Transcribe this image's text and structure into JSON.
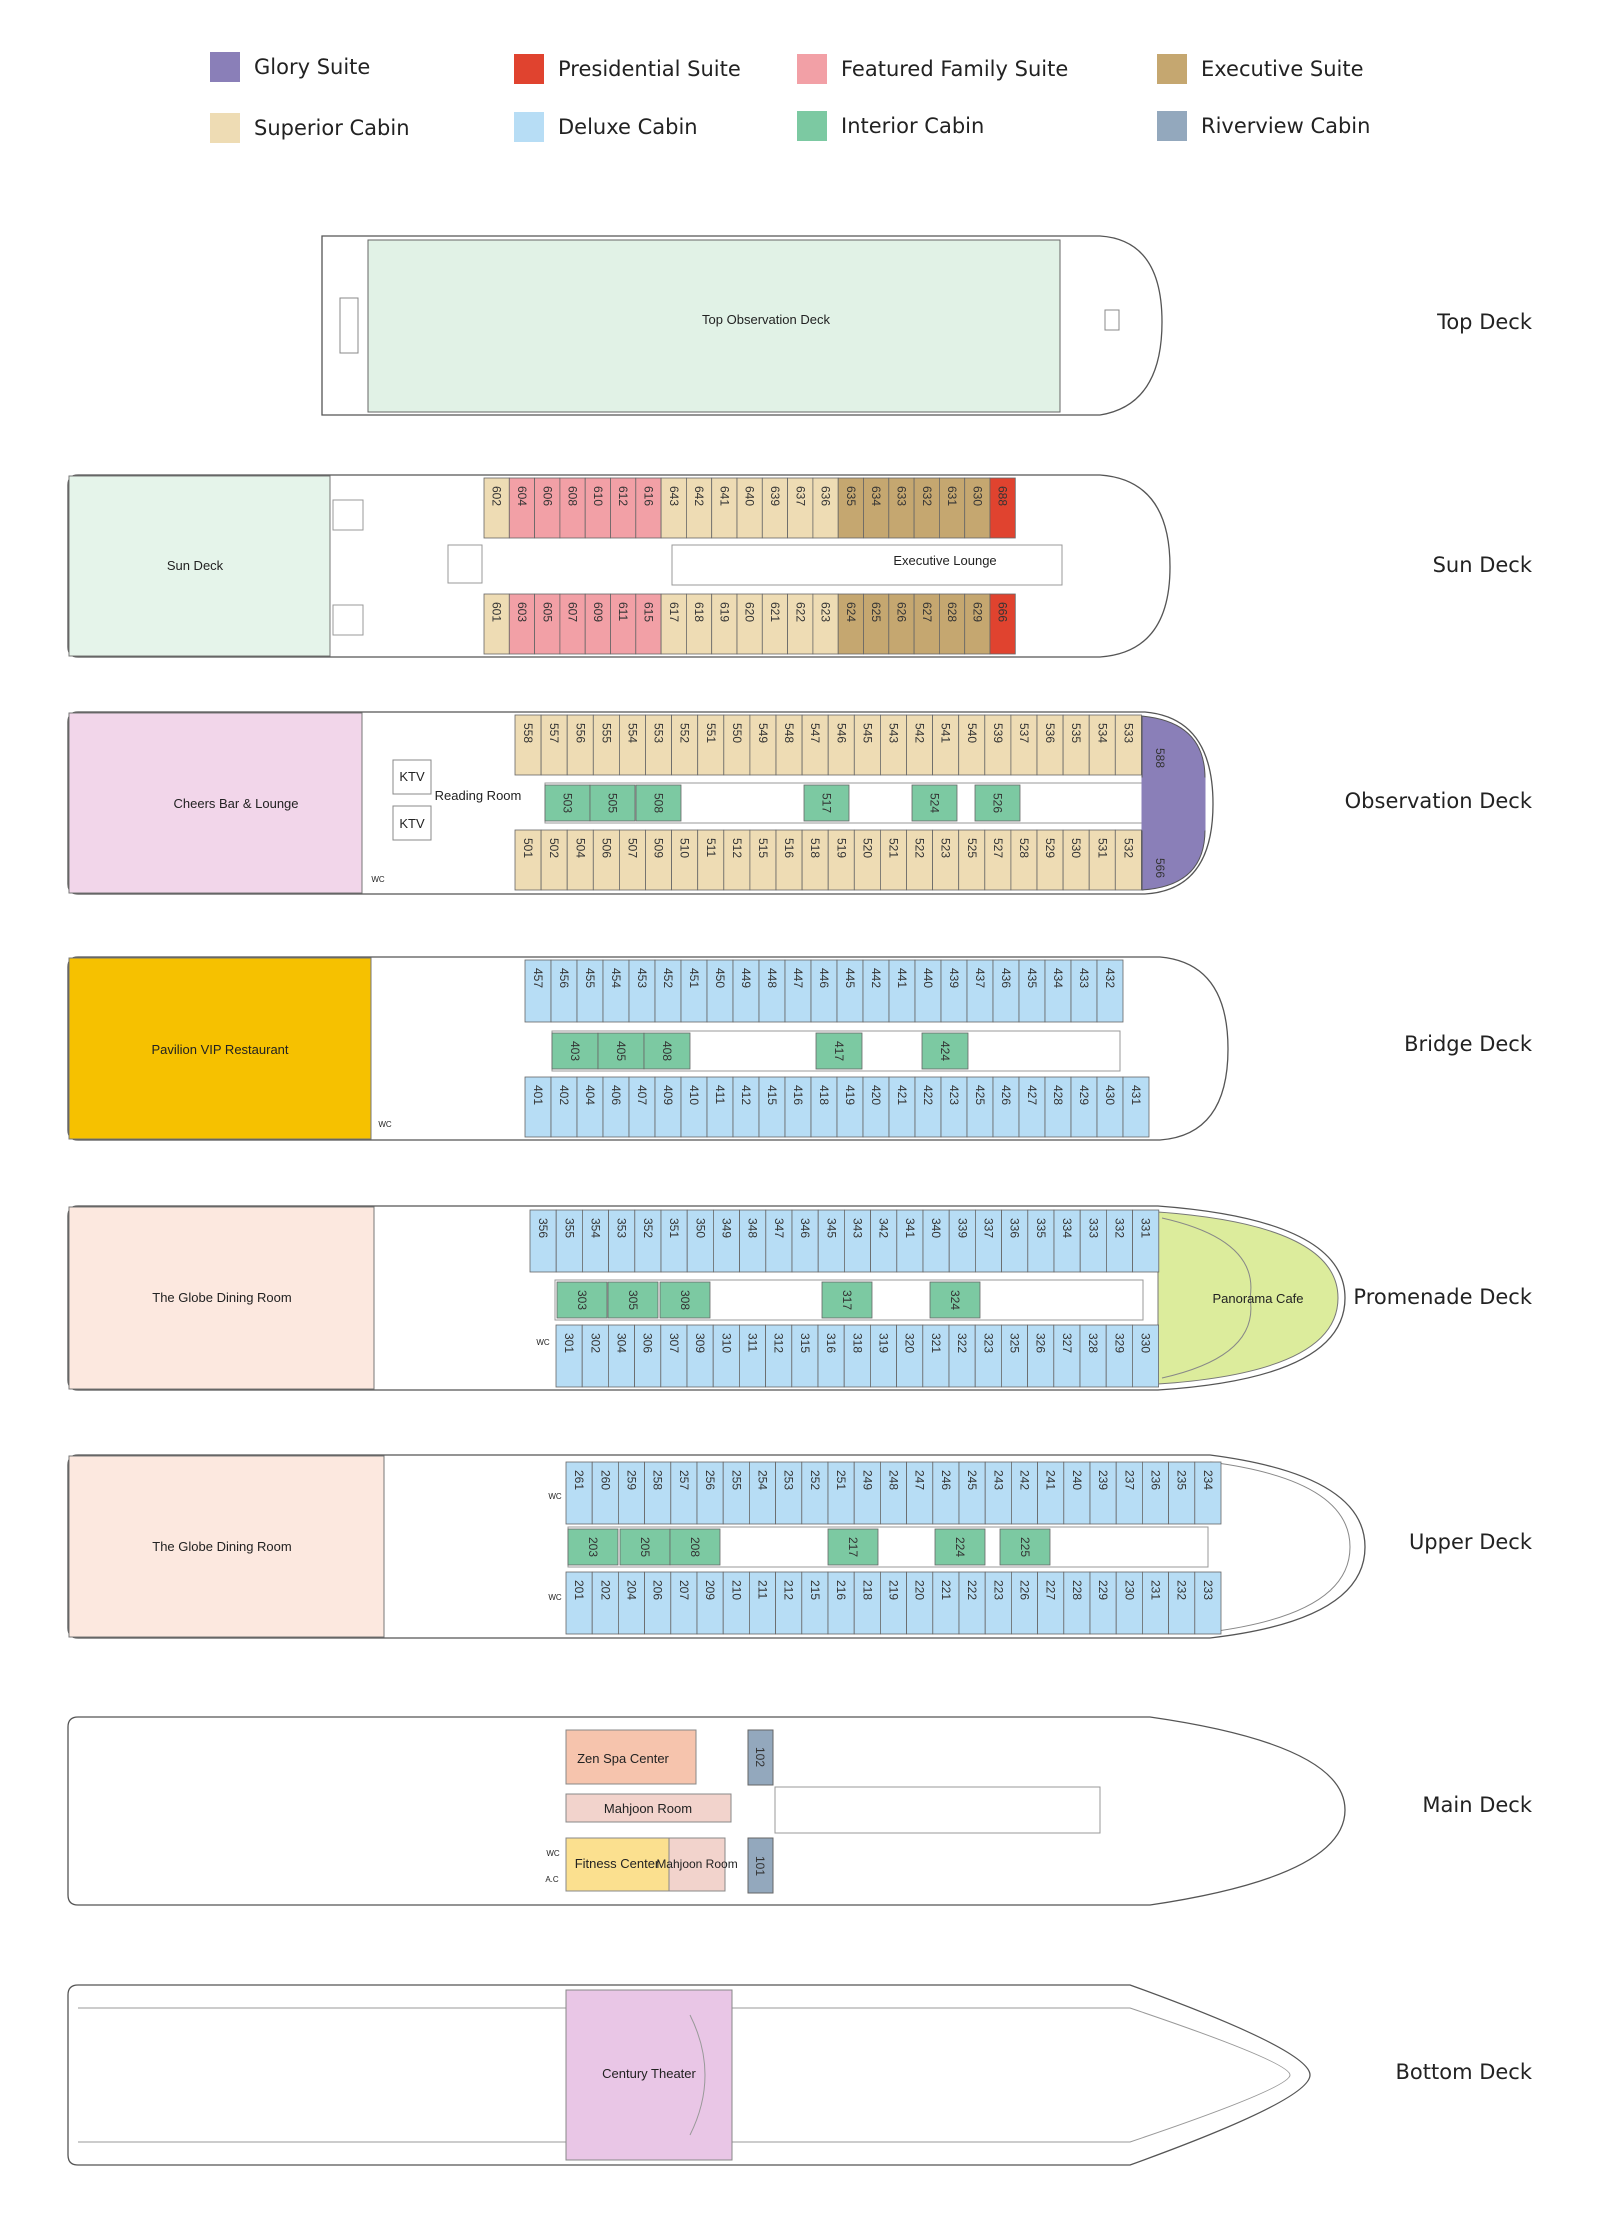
{
  "legend": [
    {
      "label": "Glory  Suite",
      "color": "#8a7fb8"
    },
    {
      "label": "Presidential Suite",
      "color": "#e0432f"
    },
    {
      "label": "Featured Family Suite",
      "color": "#f2a0a6"
    },
    {
      "label": "Executive Suite",
      "color": "#c5a770"
    },
    {
      "label": "Superior Cabin",
      "color": "#eedcb4"
    },
    {
      "label": "Deluxe Cabin",
      "color": "#b7ddf5"
    },
    {
      "label": "Interior Cabin",
      "color": "#7cc9a2"
    },
    {
      "label": "Riverview Cabin",
      "color": "#93a8bd"
    }
  ],
  "colors": {
    "hull": "#444444",
    "superior": "#eedcb4",
    "deluxe": "#b7ddf5",
    "interior": "#7cc9a2",
    "family": "#f2a0a6",
    "executive": "#c5a770",
    "presidential": "#e0432f",
    "glory": "#8a7fb8",
    "riverview": "#93a8bd",
    "topdeck": "#e1f2e6",
    "sundeck": "#e5f4ea",
    "lounge": "#f2d6ea",
    "pavilion": "#f6c100",
    "globe": "#fce8df",
    "panorama": "#dcec9c",
    "spa": "#f6c4ad",
    "mahjoon": "#f2d3cc",
    "fitness": "#fbe08f",
    "theater": "#e9c6e6"
  },
  "decks": [
    {
      "name": "Top Deck",
      "areas": [
        {
          "label": "Top Observation Deck"
        }
      ]
    },
    {
      "name": "Sun Deck",
      "areas": [
        {
          "label": "Sun Deck"
        },
        {
          "label": "Executive Lounge"
        }
      ],
      "top_row": [
        {
          "n": "602",
          "t": "superior"
        },
        {
          "n": "604",
          "t": "family"
        },
        {
          "n": "606",
          "t": "family"
        },
        {
          "n": "608",
          "t": "family"
        },
        {
          "n": "610",
          "t": "family"
        },
        {
          "n": "612",
          "t": "family"
        },
        {
          "n": "616",
          "t": "family"
        },
        {
          "n": "643",
          "t": "superior"
        },
        {
          "n": "642",
          "t": "superior"
        },
        {
          "n": "641",
          "t": "superior"
        },
        {
          "n": "640",
          "t": "superior"
        },
        {
          "n": "639",
          "t": "superior"
        },
        {
          "n": "637",
          "t": "superior"
        },
        {
          "n": "636",
          "t": "superior"
        },
        {
          "n": "635",
          "t": "executive"
        },
        {
          "n": "634",
          "t": "executive"
        },
        {
          "n": "633",
          "t": "executive"
        },
        {
          "n": "632",
          "t": "executive"
        },
        {
          "n": "631",
          "t": "executive"
        },
        {
          "n": "630",
          "t": "executive"
        },
        {
          "n": "688",
          "t": "presidential"
        }
      ],
      "bottom_row": [
        {
          "n": "601",
          "t": "superior"
        },
        {
          "n": "603",
          "t": "family"
        },
        {
          "n": "605",
          "t": "family"
        },
        {
          "n": "607",
          "t": "family"
        },
        {
          "n": "609",
          "t": "family"
        },
        {
          "n": "611",
          "t": "family"
        },
        {
          "n": "615",
          "t": "family"
        },
        {
          "n": "617",
          "t": "superior"
        },
        {
          "n": "618",
          "t": "superior"
        },
        {
          "n": "619",
          "t": "superior"
        },
        {
          "n": "620",
          "t": "superior"
        },
        {
          "n": "621",
          "t": "superior"
        },
        {
          "n": "622",
          "t": "superior"
        },
        {
          "n": "623",
          "t": "superior"
        },
        {
          "n": "624",
          "t": "executive"
        },
        {
          "n": "625",
          "t": "executive"
        },
        {
          "n": "626",
          "t": "executive"
        },
        {
          "n": "627",
          "t": "executive"
        },
        {
          "n": "628",
          "t": "executive"
        },
        {
          "n": "629",
          "t": "executive"
        },
        {
          "n": "666",
          "t": "presidential"
        }
      ]
    },
    {
      "name": "Observation Deck",
      "areas": [
        {
          "label": "Cheers Bar & Lounge"
        },
        {
          "label": "KTV"
        },
        {
          "label": "KTV"
        },
        {
          "label": "Reading Room"
        },
        {
          "label": "WC"
        }
      ],
      "top_row": [
        "558",
        "557",
        "556",
        "555",
        "554",
        "553",
        "552",
        "551",
        "550",
        "549",
        "548",
        "547",
        "546",
        "545",
        "543",
        "542",
        "541",
        "540",
        "539",
        "537",
        "536",
        "535",
        "534",
        "533"
      ],
      "bottom_row": [
        "501",
        "502",
        "504",
        "506",
        "507",
        "509",
        "510",
        "511",
        "512",
        "515",
        "516",
        "518",
        "519",
        "520",
        "521",
        "522",
        "523",
        "525",
        "527",
        "528",
        "529",
        "530",
        "531",
        "532"
      ],
      "interior": [
        "503",
        "505",
        "508",
        "517",
        "524",
        "526"
      ],
      "glory": [
        "588",
        "566"
      ]
    },
    {
      "name": "Bridge Deck",
      "areas": [
        {
          "label": "Pavilion VIP Restaurant"
        },
        {
          "label": "WC"
        }
      ],
      "top_row": [
        "457",
        "456",
        "455",
        "454",
        "453",
        "452",
        "451",
        "450",
        "449",
        "448",
        "447",
        "446",
        "445",
        "442",
        "441",
        "440",
        "439",
        "437",
        "436",
        "435",
        "434",
        "433",
        "432"
      ],
      "bottom_row": [
        "401",
        "402",
        "404",
        "406",
        "407",
        "409",
        "410",
        "411",
        "412",
        "415",
        "416",
        "418",
        "419",
        "420",
        "421",
        "422",
        "423",
        "425",
        "426",
        "427",
        "428",
        "429",
        "430",
        "431"
      ],
      "interior": [
        "403",
        "405",
        "408",
        "417",
        "424"
      ]
    },
    {
      "name": "Promenade Deck",
      "areas": [
        {
          "label": "The Globe Dining Room"
        },
        {
          "label": "Panorama Cafe"
        },
        {
          "label": "WC"
        }
      ],
      "top_row": [
        "356",
        "355",
        "354",
        "353",
        "352",
        "351",
        "350",
        "349",
        "348",
        "347",
        "346",
        "345",
        "343",
        "342",
        "341",
        "340",
        "339",
        "337",
        "336",
        "335",
        "334",
        "333",
        "332",
        "331"
      ],
      "bottom_row": [
        "301",
        "302",
        "304",
        "306",
        "307",
        "309",
        "310",
        "311",
        "312",
        "315",
        "316",
        "318",
        "319",
        "320",
        "321",
        "322",
        "323",
        "325",
        "326",
        "327",
        "328",
        "329",
        "330"
      ],
      "interior": [
        "303",
        "305",
        "308",
        "317",
        "324"
      ]
    },
    {
      "name": "Upper Deck",
      "areas": [
        {
          "label": "The Globe Dining Room"
        },
        {
          "label": "WC"
        },
        {
          "label": "WC"
        }
      ],
      "top_row": [
        "261",
        "260",
        "259",
        "258",
        "257",
        "256",
        "255",
        "254",
        "253",
        "252",
        "251",
        "249",
        "248",
        "247",
        "246",
        "245",
        "243",
        "242",
        "241",
        "240",
        "239",
        "237",
        "236",
        "235",
        "234"
      ],
      "bottom_row": [
        "201",
        "202",
        "204",
        "206",
        "207",
        "209",
        "210",
        "211",
        "212",
        "215",
        "216",
        "218",
        "219",
        "220",
        "221",
        "222",
        "223",
        "226",
        "227",
        "228",
        "229",
        "230",
        "231",
        "232",
        "233"
      ],
      "interior": [
        "203",
        "205",
        "208",
        "217",
        "224",
        "225"
      ]
    },
    {
      "name": "Main Deck",
      "areas": [
        {
          "label": "Zen Spa Center"
        },
        {
          "label": "Mahjoon Room"
        },
        {
          "label": "Fitness Center"
        },
        {
          "label": "Mahjoon Room"
        },
        {
          "label": "WC"
        },
        {
          "label": "A.C"
        }
      ],
      "riverview": [
        "102",
        "101"
      ]
    },
    {
      "name": "Bottom Deck",
      "areas": [
        {
          "label": "Century Theater"
        }
      ]
    }
  ]
}
